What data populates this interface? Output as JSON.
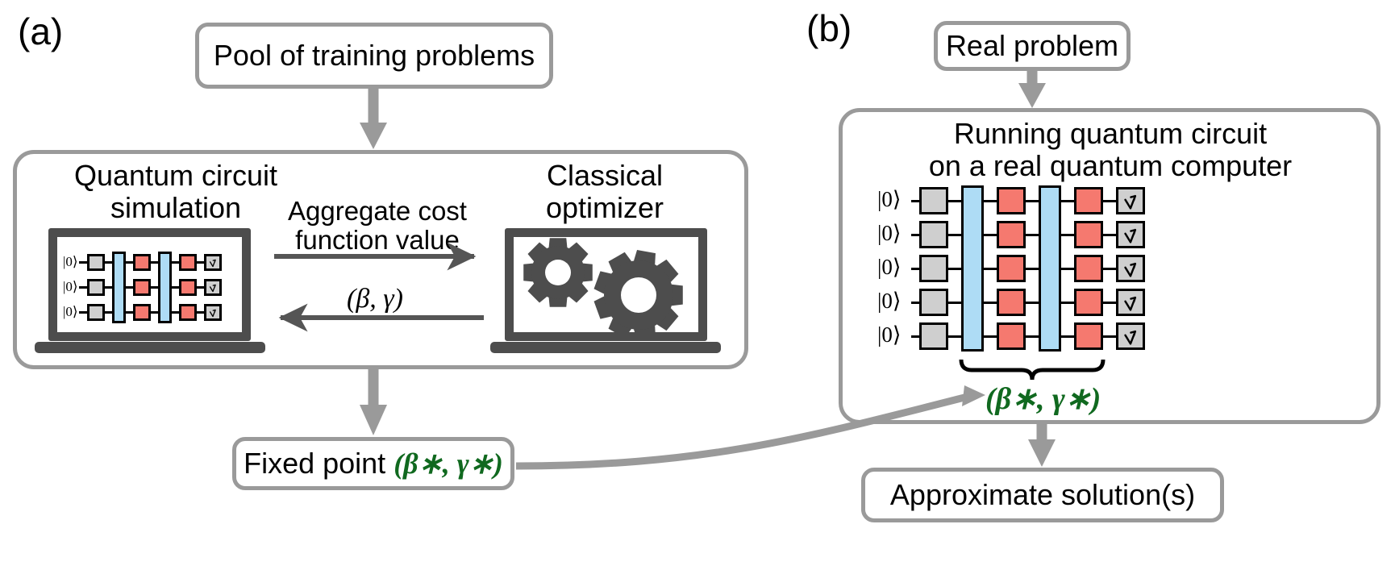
{
  "figure": {
    "type": "flow-diagram",
    "panels": [
      {
        "id": "a",
        "letter": "(a)"
      },
      {
        "id": "b",
        "letter": "(b)"
      }
    ]
  },
  "panel_a": {
    "letter": "(a)",
    "pool_box": "Pool of training problems",
    "left_node_title": "Quantum circuit\nsimulation",
    "right_node_title": "Classical\noptimizer",
    "forward_arrow_label": "Aggregate cost\nfunction value",
    "backward_arrow_label": "(β, γ)",
    "fixed_point_prefix": "Fixed point ",
    "fixed_point_params": "(β∗, γ∗)",
    "circuit": {
      "qubits": 3,
      "ket_label": "|0⟩",
      "columns": [
        "gray",
        "blue",
        "red",
        "blue",
        "red",
        "measure"
      ],
      "measure_icon": "measurement-gauge-icon"
    },
    "gears_icon": "two-gears-icon"
  },
  "panel_b": {
    "letter": "(b)",
    "real_problem_box": "Real problem",
    "running_title": "Running quantum circuit\non a real quantum computer",
    "brace_label": "(β∗, γ∗)",
    "approximate_box": "Approximate solution(s)",
    "circuit": {
      "qubits": 5,
      "ket_label": "|0⟩",
      "columns": [
        "gray",
        "blue",
        "red",
        "blue",
        "red",
        "measure"
      ],
      "measure_icon": "measurement-gauge-icon"
    }
  },
  "colors": {
    "box_border": "#9a9a9a",
    "arrow_gray": "#9a9a9a",
    "arrow_dark": "#555555",
    "laptop_dark": "#4d4d4d",
    "gate_gray": "#cfcfcf",
    "gate_red": "#f5796f",
    "gate_blue": "#aedcf5",
    "green_text": "#10691f",
    "background": "#ffffff"
  }
}
